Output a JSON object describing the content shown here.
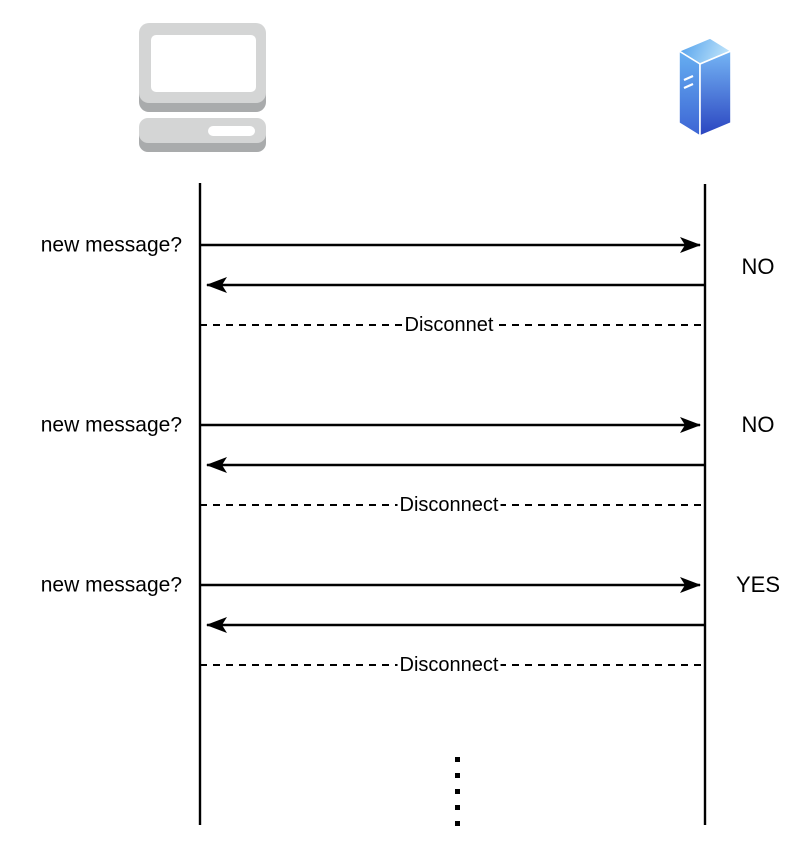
{
  "diagram": {
    "kind": "polling-sequence-diagram",
    "actors": {
      "client": {
        "icon": "laptop-icon"
      },
      "server": {
        "icon": "server-icon"
      }
    },
    "exchanges": [
      {
        "request": "new message?",
        "response": "NO",
        "disconnect": "Disconnet"
      },
      {
        "request": "new message?",
        "response": "NO",
        "disconnect": "Disconnect"
      },
      {
        "request": "new message?",
        "response": "YES",
        "disconnect": "Disconnect"
      }
    ],
    "continuation": "vertical-ellipsis-dots",
    "colors": {
      "stroke": "#000000",
      "background": "#ffffff",
      "laptop_body": "#d4d5d5",
      "laptop_shadow": "#a9abac",
      "server_blue_light": "#c2e6fb",
      "server_blue_mid": "#55a2ec",
      "server_blue_dark": "#2a44c0"
    }
  }
}
